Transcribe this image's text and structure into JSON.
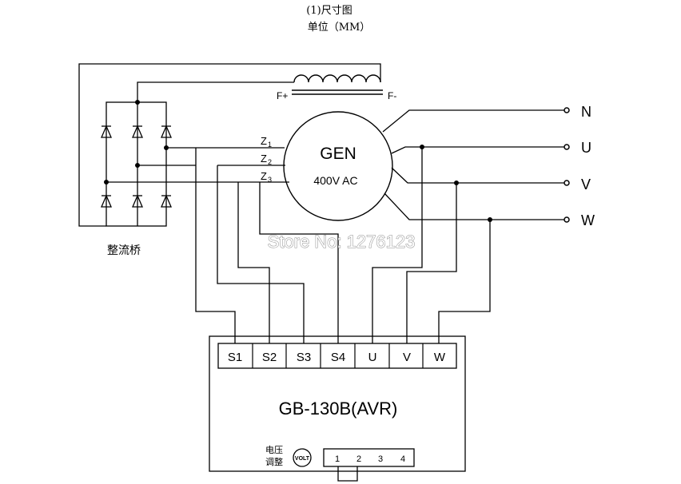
{
  "header": {
    "title": "(1)尺寸图",
    "unit": "单位（MM）"
  },
  "field": {
    "plus": "F+",
    "minus": "F-"
  },
  "generator": {
    "name": "GEN",
    "rating": "400V AC"
  },
  "windings": [
    {
      "letter": "Z",
      "index": "1"
    },
    {
      "letter": "Z",
      "index": "2"
    },
    {
      "letter": "Z",
      "index": "3"
    }
  ],
  "outputs": [
    "N",
    "U",
    "V",
    "W"
  ],
  "rectifier_label": "整流桥",
  "watermark": "Store No: 1276123",
  "avr": {
    "model": "GB-130B(AVR)",
    "terminals": [
      "S1",
      "S2",
      "S3",
      "S4",
      "U",
      "V",
      "W"
    ],
    "volt_adjust_label_1": "电压",
    "volt_adjust_label_2": "调整",
    "volt_knob": "VOLT",
    "jumper_pins": [
      "1",
      "2",
      "3",
      "4"
    ]
  },
  "colors": {
    "line": "#000000",
    "background": "#ffffff",
    "watermark_outline": "#8c8c8c"
  }
}
